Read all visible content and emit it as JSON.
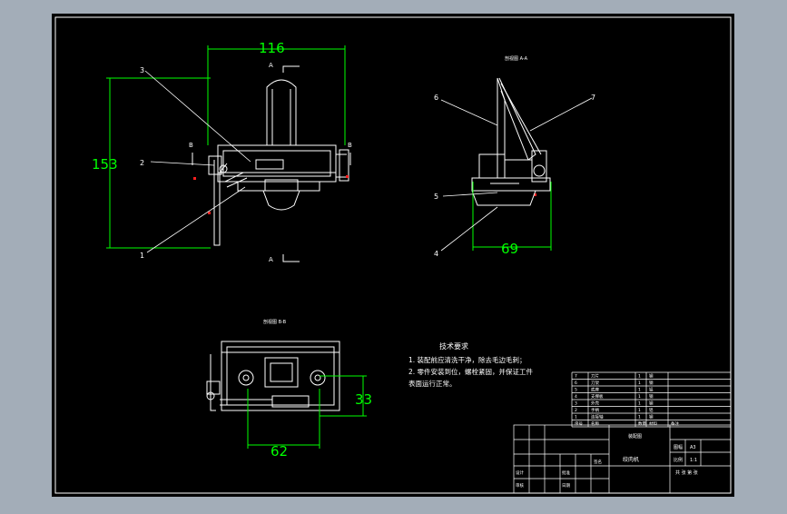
{
  "colors": {
    "frame_bg": "#a3adb8",
    "sheet": "#000000",
    "line": "#ffffff",
    "dimension": "#00ff00",
    "hidden": "#ff2020",
    "leader": "#ffffff"
  },
  "views": {
    "top": {
      "section_label_top": "A",
      "section_label_bottom": "A",
      "label_left": "B",
      "label_right": "B",
      "callouts": [
        "3",
        "2",
        "1"
      ],
      "dim_width": "116",
      "dim_height": "153"
    },
    "side": {
      "title": "剖视图 A-A",
      "callouts": [
        "6",
        "7",
        "5",
        "4"
      ],
      "dim_width": "69"
    },
    "bottom": {
      "title": "剖视图 B-B",
      "dim_height": "33",
      "dim_width": "62"
    }
  },
  "notes": {
    "title": "技术要求",
    "lines": [
      "1. 装配前应清洗干净，除去毛边毛刺；",
      "2. 零件安装到位，螺栓紧固，并保证工件",
      "   表面运行正常。"
    ]
  },
  "title_block": {
    "drawing_name": "绞肉机",
    "scale_label": "比例",
    "scale": "1:1",
    "sheet_label": "图幅",
    "sheet": "A3",
    "material": "装配图",
    "designer_label": "设计",
    "check_label": "审核",
    "approve_label": "批准",
    "date_label": "日期",
    "sign": "签名",
    "count": "共 张 第 张"
  },
  "parts_list": {
    "headers": [
      "序号",
      "名称",
      "数量",
      "材料",
      "备注"
    ],
    "rows": [
      [
        "7",
        "刀片",
        "1",
        "钢",
        ""
      ],
      [
        "6",
        "刀架",
        "1",
        "钢",
        ""
      ],
      [
        "5",
        "底座",
        "1",
        "铝",
        ""
      ],
      [
        "4",
        "支撑板",
        "1",
        "钢",
        ""
      ],
      [
        "3",
        "外壳",
        "1",
        "钢",
        ""
      ],
      [
        "2",
        "手柄",
        "1",
        "铝",
        ""
      ],
      [
        "1",
        "连接轴",
        "1",
        "钢",
        ""
      ]
    ]
  }
}
